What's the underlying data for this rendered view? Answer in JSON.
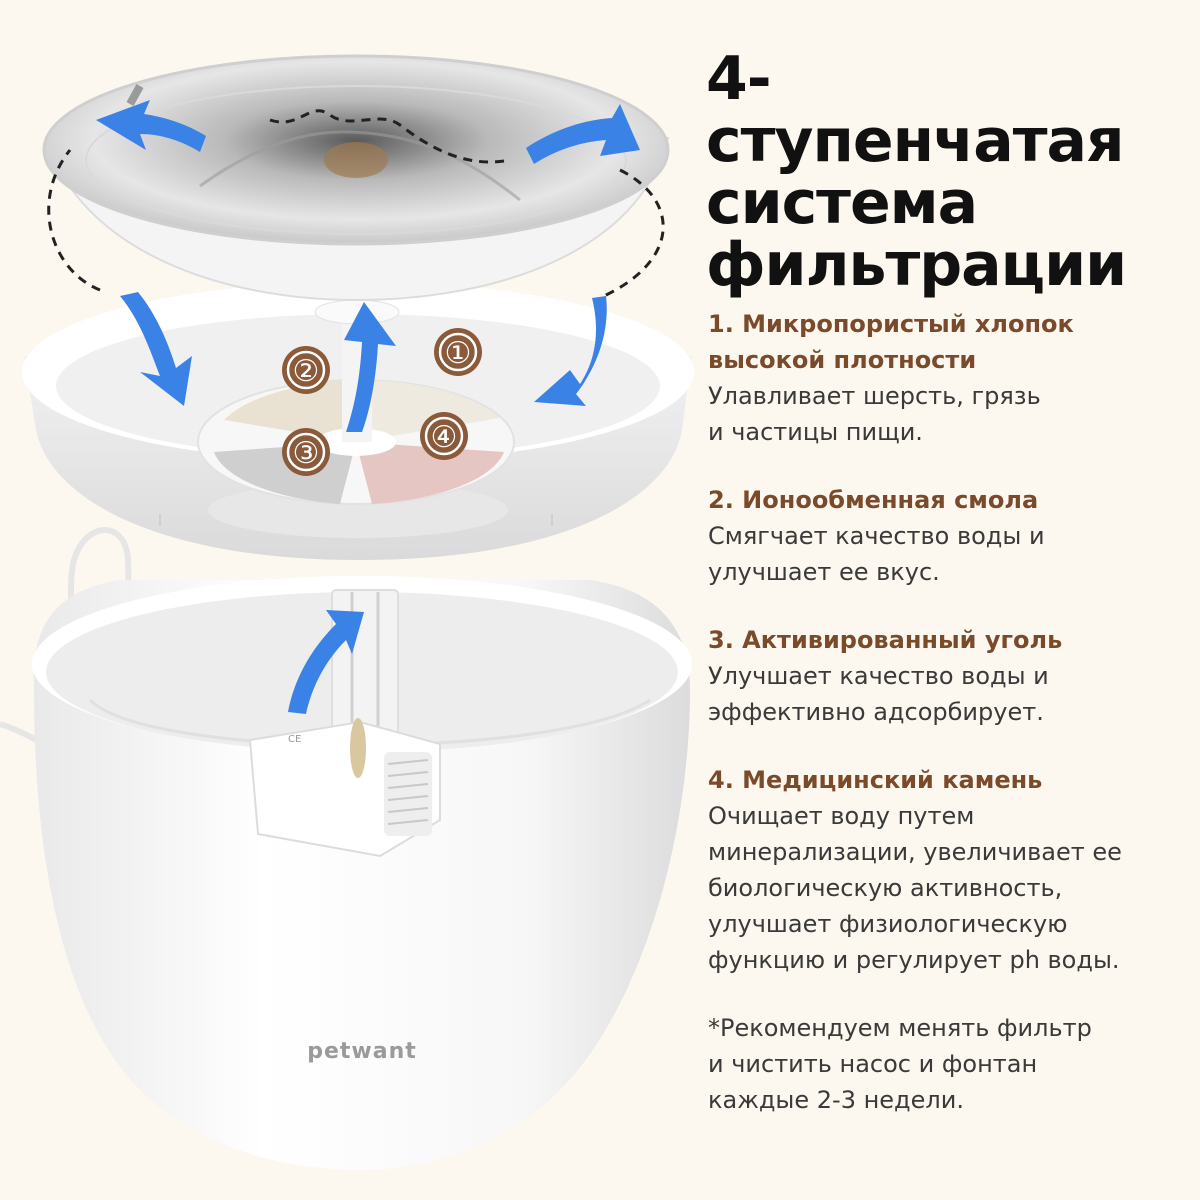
{
  "headline": {
    "lines": [
      "4-ступенчатая",
      "система",
      "фильтрации"
    ]
  },
  "features": [
    {
      "title": [
        "1. Микропористый хлопок",
        "высокой плотности"
      ],
      "description": [
        "Улавливает шерсть, грязь",
        "и частицы пищи."
      ]
    },
    {
      "title": [
        "2. Ионообменная смола"
      ],
      "description": [
        "Смягчает качество воды и",
        "улучшает ее вкус."
      ]
    },
    {
      "title": [
        "3. Активированный уголь"
      ],
      "description": [
        "Улучшает качество воды и",
        "эффективно адсорбирует."
      ]
    },
    {
      "title": [
        "4. Медицинский камень"
      ],
      "description": [
        "Очищает воду путем",
        "минерализации, увеличивает ее",
        "биологическую активность,",
        "улучшает физиологическую",
        "функцию и регулирует ph воды."
      ]
    }
  ],
  "note": [
    "*Рекомендуем менять фильтр",
    "и чистить насос и фонтан",
    "каждые 2-3 недели."
  ],
  "product": {
    "brand": "petwant",
    "markers": [
      "①",
      "②",
      "③",
      "④"
    ]
  },
  "colors": {
    "background": "#fdf8ef",
    "headline": "#111111",
    "feature_title": "#7a4a2a",
    "body_text": "#3a3a3a",
    "arrow": "#3b82e6",
    "marker": "#8a5a3a"
  },
  "icons": [
    "flow-arrow-icon",
    "dashed-flow-path"
  ]
}
